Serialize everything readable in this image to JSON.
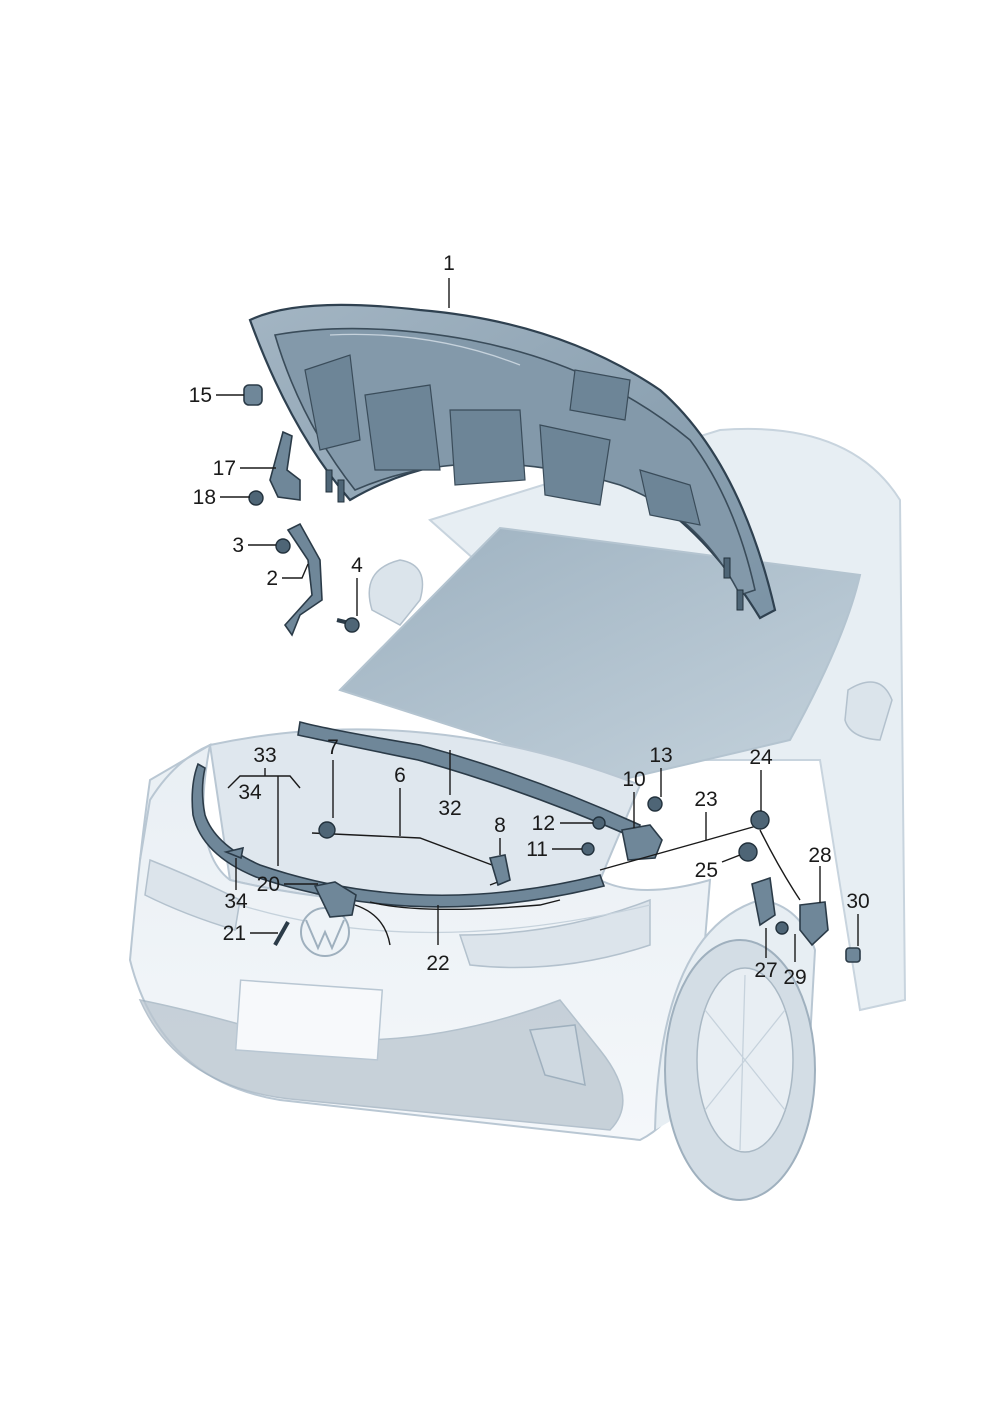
{
  "callouts": [
    {
      "id": "c1",
      "label": "1"
    },
    {
      "id": "c2",
      "label": "2"
    },
    {
      "id": "c3",
      "label": "3"
    },
    {
      "id": "c4",
      "label": "4"
    },
    {
      "id": "c6",
      "label": "6"
    },
    {
      "id": "c7",
      "label": "7"
    },
    {
      "id": "c8",
      "label": "8"
    },
    {
      "id": "c10",
      "label": "10"
    },
    {
      "id": "c11",
      "label": "11"
    },
    {
      "id": "c12",
      "label": "12"
    },
    {
      "id": "c13",
      "label": "13"
    },
    {
      "id": "c15",
      "label": "15"
    },
    {
      "id": "c17",
      "label": "17"
    },
    {
      "id": "c18",
      "label": "18"
    },
    {
      "id": "c20",
      "label": "20"
    },
    {
      "id": "c21",
      "label": "21"
    },
    {
      "id": "c22",
      "label": "22"
    },
    {
      "id": "c23",
      "label": "23"
    },
    {
      "id": "c24",
      "label": "24"
    },
    {
      "id": "c25",
      "label": "25"
    },
    {
      "id": "c27",
      "label": "27"
    },
    {
      "id": "c28",
      "label": "28"
    },
    {
      "id": "c29",
      "label": "29"
    },
    {
      "id": "c30",
      "label": "30"
    },
    {
      "id": "c32",
      "label": "32"
    },
    {
      "id": "c33",
      "label": "33"
    },
    {
      "id": "c34a",
      "label": "34"
    },
    {
      "id": "c34b",
      "label": "34"
    }
  ],
  "colors": {
    "body_fill": "#eef3f7",
    "hood_fill": "#8ea4b4",
    "hood_inner": "#7890a2",
    "part": "#6f8799",
    "lines": "#1a1a1a"
  }
}
